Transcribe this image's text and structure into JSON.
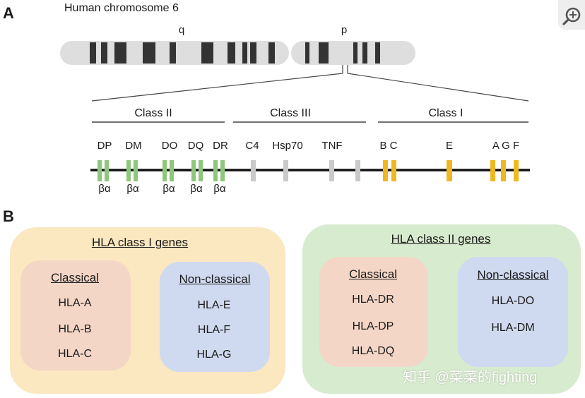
{
  "panel_a": {
    "letter": "A",
    "title": "Human chromosome 6",
    "arm_q": "q",
    "arm_p": "p",
    "class_labels": [
      "Class II",
      "Class III",
      "Class I"
    ],
    "class_ii_genes": [
      "DP",
      "DM",
      "DO",
      "DQ",
      "DR"
    ],
    "class_iii_genes": [
      "C4",
      "Hsp70",
      "TNF"
    ],
    "class_i_genes": [
      "B C",
      "E",
      "A G F"
    ],
    "chain_label": "βα",
    "colors": {
      "class_ii": "#8dc77b",
      "class_iii": "#c9c9c9",
      "class_i": "#efb820",
      "band": "#333333",
      "chromosome": "#dedede"
    }
  },
  "panel_b": {
    "letter": "B",
    "class_i_box": {
      "title": "HLA  class I genes",
      "classical": {
        "title": "Classical",
        "genes": [
          "HLA-A",
          "HLA-B",
          "HLA-C"
        ]
      },
      "non_classical": {
        "title": "Non-classical",
        "genes": [
          "HLA-E",
          "HLA-F",
          "HLA-G"
        ]
      }
    },
    "class_ii_box": {
      "title": "HLA  class II genes",
      "classical": {
        "title": "Classical",
        "genes": [
          "HLA-DR",
          "HLA-DP",
          "HLA-DQ"
        ]
      },
      "non_classical": {
        "title": "Non-classical",
        "genes": [
          "HLA-DO",
          "HLA-DM"
        ]
      }
    },
    "colors": {
      "class_i_bg": "#fbe7c0",
      "class_ii_bg": "#d7ebcf",
      "classical_bg": "#f4d6c6",
      "non_classical_bg": "#cfd9ef"
    }
  },
  "watermark": "知乎 @菜菜的fighting",
  "zoom_icon": "magnify-plus-icon"
}
